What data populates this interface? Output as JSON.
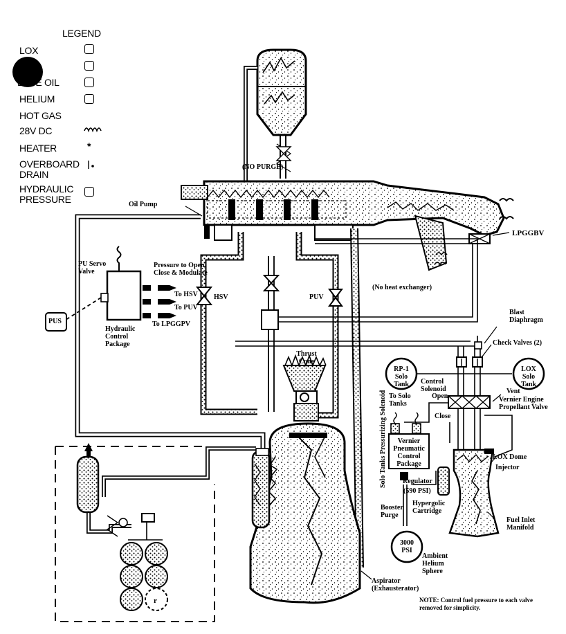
{
  "legend": {
    "title": "LEGEND",
    "items": [
      {
        "label": "LOX"
      },
      {
        "label": "LUBE OIL"
      },
      {
        "label": "HELIUM"
      },
      {
        "label": "HOT GAS"
      },
      {
        "label": "28V DC"
      },
      {
        "label": "HEATER",
        "symbol": "*"
      },
      {
        "label": "OVERBOARD DRAIN"
      },
      {
        "label": "HYDRAULIC PRESSURE"
      }
    ]
  },
  "labels": {
    "no_purge": "(NO PURGE)",
    "oil_pump": "Oil Pump",
    "lpggbv": "LPGGBV",
    "pu_servo_valve": "PU Servo Valve",
    "pressure_to": "Pressure to Open, Close & Modulate",
    "to_hsv": "To HSV",
    "to_puv": "To PUV",
    "to_lpggpv": "To LPGGPV",
    "pus": "PUS",
    "hydraulic_control_package": "Hydraulic Control Package",
    "hsv": "HSV",
    "puv": "PUV",
    "no_heat_exchanger": "(No heat exchanger)",
    "blast_diaphragm": "Blast Diaphragm",
    "check_valves": "Check Valves (2)",
    "thrust_cone": "Thrust Cone",
    "rp1_solo_tank": "RP-1 Solo Tank",
    "lox_solo_tank": "LOX Solo Tank",
    "control_solenoid": "Control Solenoid",
    "open": "Open",
    "vent": "Vent",
    "vernier_valve": "Vernier Engine Propellant Valve",
    "to_solo_tanks": "To Solo Tanks",
    "close": "Close",
    "solo_tanks_pressurizing": "Solo Tanks Pressurizing Solenoid",
    "vernier_pneumatic": "Vernier Pneumatic Control Package",
    "lox_dome": "LOX Dome",
    "injector": "Injector",
    "regulator": "Regulator",
    "regulator_psi": "(590 PSI)",
    "hypergolic": "Hypergolic Cartridge",
    "booster_purge": "Booster Purge",
    "fuel_inlet": "Fuel Inlet Manifold",
    "sphere_psi": "3000 PSI",
    "helium_sphere": "Ambient Helium Sphere",
    "aspirator": "Aspirator (Exhausterator)",
    "note": "NOTE: Control fuel pressure to each valve removed for simplicity."
  }
}
